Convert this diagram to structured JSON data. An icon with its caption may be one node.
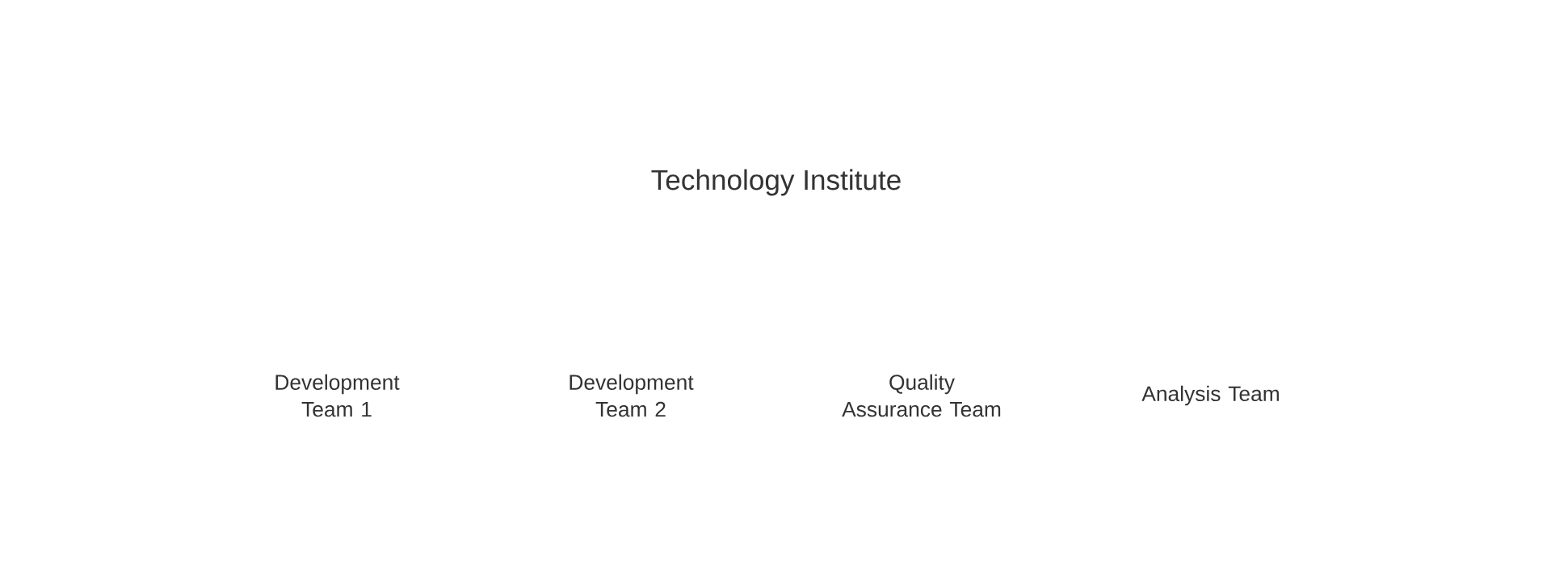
{
  "diagram": {
    "title": "Technology Institute",
    "labels": [
      "Development Team 1",
      "Development Team 2",
      "Quality Assurance Team",
      "Analysis Team"
    ]
  }
}
